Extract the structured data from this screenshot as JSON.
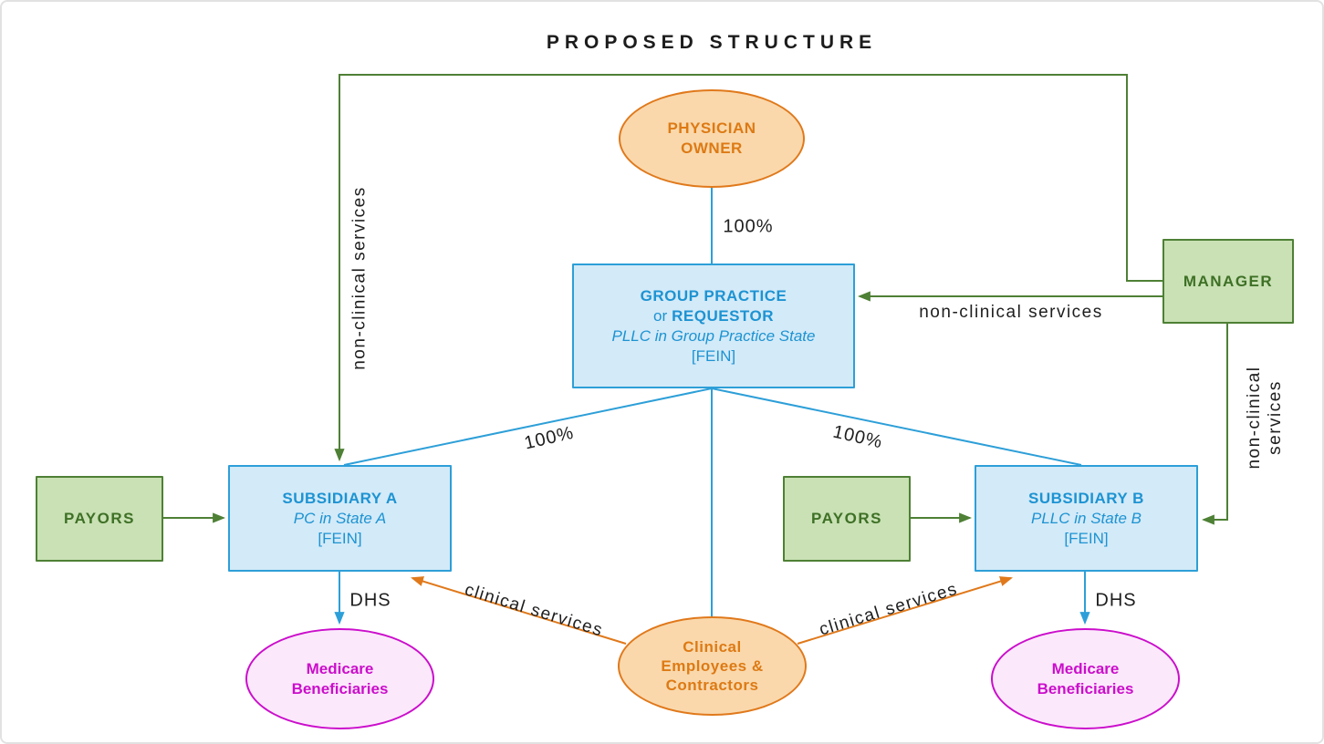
{
  "title": "PROPOSED STRUCTURE",
  "colors": {
    "blue_line": "#2d9fd8",
    "blue_fill": "#d3eaf8",
    "blue_text": "#1d93d2",
    "green_line": "#4e8035",
    "green_fill": "#c9e1b4",
    "green_text": "#3e7026",
    "orange_line": "#e0791b",
    "orange_fill": "#fad8ac",
    "magenta_line": "#cb0ecb",
    "magenta_fill": "#fbe9fb",
    "label_text": "#1e1e1e"
  },
  "nodes": {
    "physician_owner": {
      "line1": "PHYSICIAN",
      "line2": "OWNER"
    },
    "group_practice": {
      "line1": "GROUP PRACTICE",
      "line2_normal": "or",
      "line2_bold": "REQUESTOR",
      "line3": "PLLC in Group Practice State",
      "line4": "[FEIN]"
    },
    "manager": {
      "label": "MANAGER"
    },
    "subsidiary_a": {
      "line1": "SUBSIDIARY A",
      "line2": "PC in State A",
      "line3": "[FEIN]"
    },
    "subsidiary_b": {
      "line1": "SUBSIDIARY B",
      "line2": "PLLC in State B",
      "line3": "[FEIN]"
    },
    "payors_left": {
      "label": "PAYORS"
    },
    "payors_right": {
      "label": "PAYORS"
    },
    "clinical_employees": {
      "line1": "Clinical",
      "line2": "Employees &",
      "line3": "Contractors"
    },
    "medicare_left": {
      "line1": "Medicare",
      "line2": "Beneficiaries"
    },
    "medicare_right": {
      "line1": "Medicare",
      "line2": "Beneficiaries"
    }
  },
  "edge_labels": {
    "ownership_top": "100%",
    "ownership_left": "100%",
    "ownership_right": "100%",
    "nonclinical_left": "non-clinical services",
    "nonclinical_mid": "non-clinical services",
    "nonclinical_right_line1": "non-clinical",
    "nonclinical_right_line2": "services",
    "clinical_left": "clinical services",
    "clinical_right": "clinical services",
    "dhs_left": "DHS",
    "dhs_right": "DHS"
  }
}
